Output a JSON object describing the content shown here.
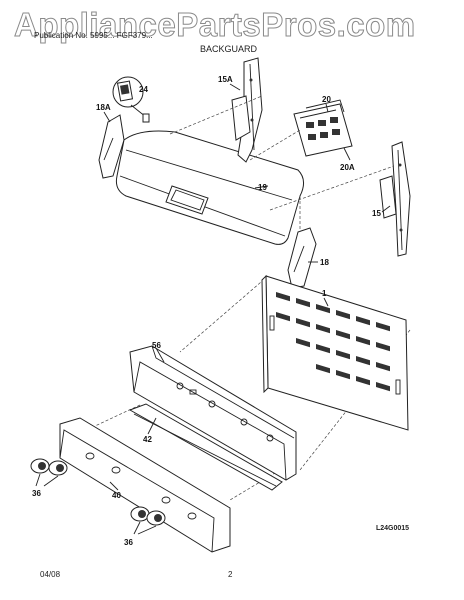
{
  "watermark": "AppliancePartsPros.com",
  "header": {
    "model_line": "Publication No. 5995...    FGF379...",
    "title": "BACKGUARD"
  },
  "callouts": {
    "p24": "24",
    "p18a": "18A",
    "p15a": "15A",
    "p20": "20",
    "p20a": "20A",
    "p19": "19",
    "p15": "15",
    "p18": "18",
    "p1": "1",
    "p56": "56",
    "p42": "42",
    "p36a": "36",
    "p40": "40",
    "p36b": "36"
  },
  "drawing_code": "L24G0015",
  "footer": {
    "date": "04/08",
    "page_number": "2"
  }
}
